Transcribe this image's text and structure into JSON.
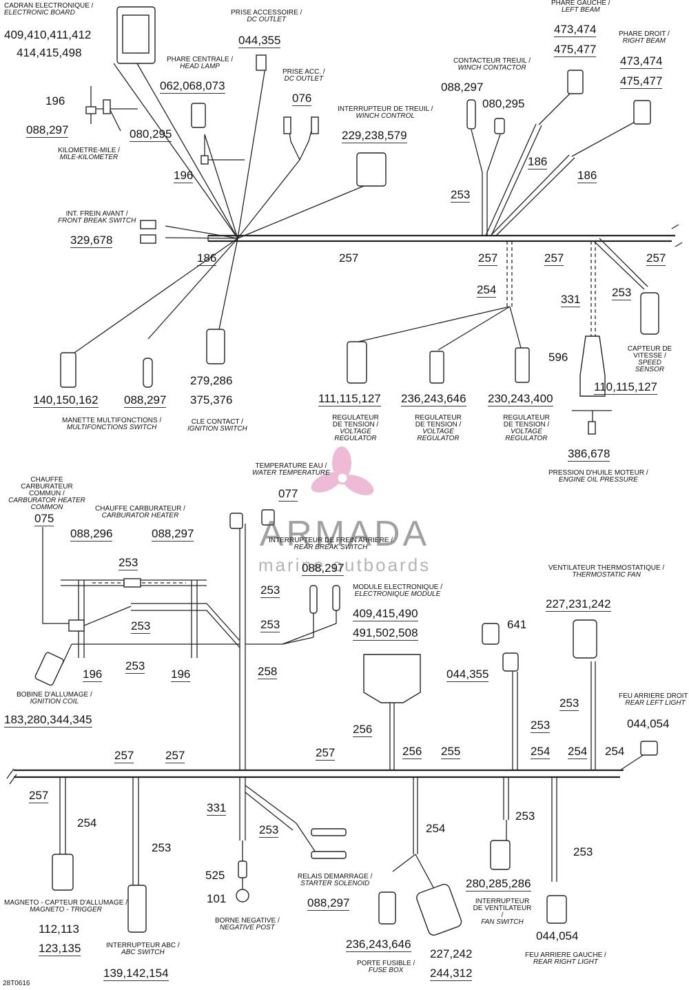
{
  "watermark": {
    "brand": "ARMADA",
    "tagline": "marine outboards",
    "logo_color": "#e8a5c8"
  },
  "figure_ref": "28T0616",
  "labels": {
    "cadran": {
      "fr": "CADRAN ELECTRONIQUE /",
      "en": "ELECTRONIC BOARD"
    },
    "prise_accessoire": {
      "fr": "PRISE ACCESSOIRE /",
      "en": "DC OUTLET"
    },
    "phare_gauche": {
      "fr": "PHARE GAUCHE /",
      "en": "LEFT BEAM"
    },
    "phare_droit": {
      "fr": "PHARE DROIT /",
      "en": "RIGHT BEAM"
    },
    "phare_centrale": {
      "fr": "PHARE CENTRALE /",
      "en": "HEAD LAMP"
    },
    "prise_acc": {
      "fr": "PRISE ACC. /",
      "en": "DC OUTLET"
    },
    "contacteur_treuil": {
      "fr": "CONTACTEUR TREUIL /",
      "en": "WINCH CONTACTOR"
    },
    "interrupteur_treuil": {
      "fr": "INTERRUPTEUR DE TREUIL /",
      "en": "WINCH CONTROL"
    },
    "kilometre": {
      "fr": "KILOMETRE-MILE /",
      "en": "MILE-KILOMETER"
    },
    "frein_avant": {
      "fr": "INT. FREIN AVANT /",
      "en": "FRONT BREAK SWITCH"
    },
    "manette": {
      "fr": "MANETTE MULTIFONCTIONS /",
      "en": "MULTIFONCTIONS SWITCH"
    },
    "cle_contact": {
      "fr": "CLE CONTACT /",
      "en": "IGNITION SWITCH"
    },
    "regulateur1": {
      "fr": "REGULATEUR DE TENSION /",
      "en": "VOLTAGE REGULATOR"
    },
    "regulateur2": {
      "fr": "REGULATEUR DE TENSION /",
      "en": "VOLTAGE REGULATOR"
    },
    "regulateur3": {
      "fr": "REGULATEUR DE TENSION /",
      "en": "VOLTAGE REGULATOR"
    },
    "capteur_vitesse": {
      "fr": "CAPTEUR DE VITESSE /",
      "en": "SPEED SENSOR"
    },
    "pression_huile": {
      "fr": "PRESSION D'HUILE MOTEUR /",
      "en": "ENGINE OIL PRESSURE"
    },
    "chauffe_commun": {
      "fr": "CHAUFFE CARBURATEUR COMMUN /",
      "en": "CARBURATOR HEATER COMMON"
    },
    "temperature_eau": {
      "fr": "TEMPERATURE EAU /",
      "en": "WATER TEMPERATURE"
    },
    "chauffe_carb": {
      "fr": "CHAUFFE CARBURATEUR /",
      "en": "CARBURATOR HEATER"
    },
    "frein_arriere": {
      "fr": "INTERRUPTEUR DE FREIN ARRIERE /",
      "en": "REAR BREAK SWITCH"
    },
    "module": {
      "fr": "MODULE ELECTRONIQUE /",
      "en": "ELECTRONIQUE MODULE"
    },
    "ventilateur": {
      "fr": "VENTILATEUR THERMOSTATIQUE /",
      "en": "THERMOSTATIC FAN"
    },
    "bobine": {
      "fr": "BOBINE D'ALLUMAGE /",
      "en": "IGNITION COIL"
    },
    "feu_droit": {
      "fr": "FEU ARRIERE DROIT /",
      "en": "REAR LEFT LIGHT"
    },
    "magneto": {
      "fr": "MAGNETO - CAPTEUR D'ALLUMAGE /",
      "en": "MAGNETO - TRIGGER"
    },
    "interrupteur_abc": {
      "fr": "INTERRUPTEUR ABC /",
      "en": "ABC SWITCH"
    },
    "borne_negative": {
      "fr": "BORNE NEGATIVE /",
      "en": "NEGATIVE POST"
    },
    "relais": {
      "fr": "RELAIS DEMARRAGE /",
      "en": "STARTER SOLENOID"
    },
    "porte_fusible": {
      "fr": "PORTE FUSIBLE /",
      "en": "FUSE BOX"
    },
    "interrupteur_vent": {
      "fr": "INTERRUPTEUR DE VENTILATEUR /",
      "en": "FAN SWITCH"
    },
    "feu_gauche": {
      "fr": "FEU ARRIERE GAUCHE /",
      "en": "REAR RIGHT LIGHT"
    }
  },
  "numbers": {
    "cadran_a": "409,410,411,412",
    "cadran_b": "414,415,498",
    "prise_accessoire": "044,355",
    "phare_gauche_a": "473,474",
    "phare_gauche_b": "475,477",
    "phare_droit_a": "473,474",
    "phare_droit_b": "475,477",
    "phare_centrale": "062,068,073",
    "prise_acc": "076",
    "contacteur_a": "088,297",
    "contacteur_b": "080,295",
    "treuil": "229,238,579",
    "n196_top": "196",
    "cadran_conn": "088,297",
    "km_conn": "080,295",
    "n196_mid": "196",
    "n186_a": "186",
    "n186_b": "186",
    "n253_top": "253",
    "frein_avant": "329,678",
    "n186_main": "186",
    "n257_a": "257",
    "n257_b": "257",
    "n257_c": "257",
    "n257_d": "257",
    "n254_top": "254",
    "n331_top": "331",
    "n253_speed": "253",
    "n596": "596",
    "manette": "140,150,162",
    "cap": "088,297",
    "cle_a": "279,286",
    "cle_b": "375,376",
    "reg1": "111,115,127",
    "reg2": "236,243,646",
    "reg3": "230,243,400",
    "vitesse": "110,115,127",
    "huile": "386,678",
    "chauffe_commun": "075",
    "temp_eau": "077",
    "chauffe_a": "088,296",
    "chauffe_b": "088,297",
    "frein_arriere": "088,297",
    "module_a": "409,415,490",
    "module_b": "491,502,508",
    "ventilateur": "227,231,242",
    "n641": "641",
    "n044_355": "044,355",
    "n253_c1": "253",
    "n253_c2": "253",
    "n253_c3": "253",
    "n253_c4": "253",
    "n253_c5": "253",
    "n258": "258",
    "n196_l": "196",
    "n196_r": "196",
    "bobine": "183,280,344,345",
    "n253_v1": "253",
    "n253_v2": "253",
    "feu_droit": "044,054",
    "n256_a": "256",
    "n256_b": "256",
    "n255": "255",
    "n254_a": "254",
    "n254_b": "254",
    "n257_e": "257",
    "n257_f": "257",
    "n257_g": "257",
    "n257_h": "257",
    "n254_c": "254",
    "n253_d": "253",
    "n331_b": "331",
    "n253_e": "253",
    "n525": "525",
    "n101": "101",
    "n254_d": "254",
    "n253_f": "253",
    "n253_g": "253",
    "magneto_a": "112,113",
    "magneto_b": "123,135",
    "abc": "139,142,154",
    "relais": "088,297",
    "fusible_a": "236,243,646",
    "fusible_b": "227,242",
    "fusible_c": "244,312",
    "vent_switch": "280,285,286",
    "feu_gauche": "044,054"
  }
}
